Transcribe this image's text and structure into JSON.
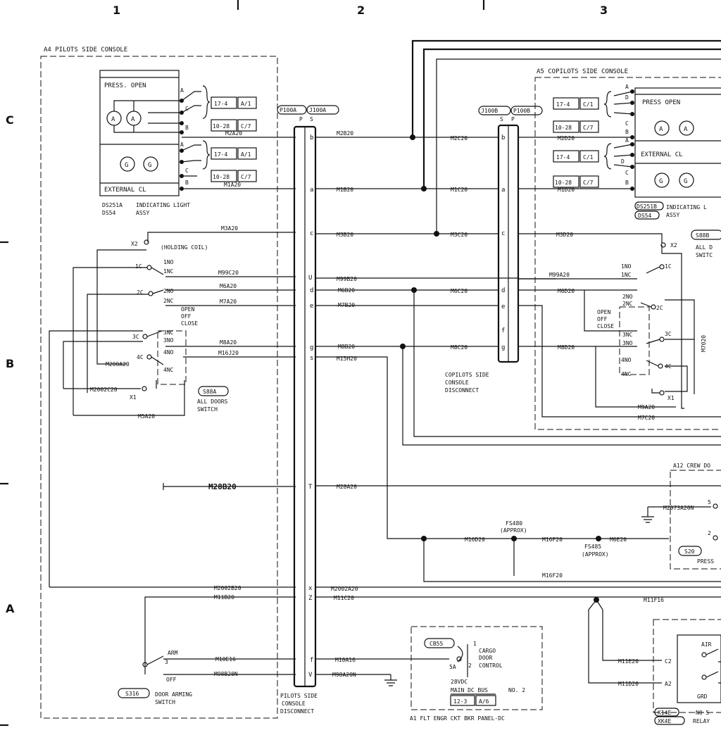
{
  "grid": {
    "cols": [
      "1",
      "2",
      "3"
    ],
    "rows": [
      "C",
      "B",
      "A"
    ]
  },
  "a4": {
    "title": "A4 PILOTS SIDE CONSOLE",
    "light_press": "PRESS. OPEN",
    "light_ext": "EXTERNAL CL",
    "indicator_ref1": "DS251A",
    "indicator_ref2": "DS54",
    "indicator_label1": "INDICATING LIGHT",
    "indicator_label2": "ASSY",
    "refs": [
      "17-4",
      "A/1",
      "10-28",
      "C/7",
      "17-4",
      "A/1",
      "10-28",
      "C/7"
    ],
    "pins": [
      "A",
      "C",
      "B",
      "A",
      "C",
      "B"
    ],
    "lamp_a": "A",
    "lamp_g": "G",
    "switch_ref": "S88A",
    "switch_label1": "ALL DOORS",
    "switch_label2": "SWITCH",
    "holding_coil": "(HOLDING COIL)",
    "contacts": [
      "X2",
      "1C",
      "1NO",
      "1NC",
      "2C",
      "2NO",
      "2NC",
      "3C",
      "3NC",
      "3NO",
      "4C",
      "4NO",
      "4NC",
      "X1"
    ],
    "positions": [
      "OPEN",
      "OFF",
      "CLOSE"
    ],
    "wires": [
      "M2A20",
      "M1A20",
      "M3A20",
      "M99C20",
      "M6A20",
      "M7A20",
      "M8A20",
      "M16J20",
      "M200A20",
      "M2002C20",
      "M5A20",
      "M28B20",
      "M2002B20",
      "M11B20",
      "M10E16",
      "M98B20N"
    ],
    "arm_ref": "S316",
    "arm_label1": "DOOR ARMING",
    "arm_label2": "SWITCH",
    "arm": "ARM",
    "off": "OFF",
    "arm_num": "3"
  },
  "disc_pilot": {
    "conn1": "P100A",
    "conn2": "J100A",
    "col1": "P",
    "col2": "S",
    "pins": [
      "b",
      "a",
      "c",
      "U",
      "d",
      "e",
      "g",
      "s",
      "T",
      "x",
      "Z",
      "f",
      "V"
    ],
    "label": [
      "PILOTS SIDE",
      "CONSOLE",
      "DISCONNECT"
    ]
  },
  "mid_wires": [
    "M2B20",
    "M1B20",
    "M3B20",
    "M99B20",
    "M6B20",
    "M7B20",
    "M8B20",
    "M15H20",
    "M28A20",
    "M2002A20",
    "M11C20",
    "M10A16",
    "M98A20N",
    "M16D20",
    "M16F20",
    "M16F20",
    "M6E20"
  ],
  "splices": {
    "fs480": "FS480",
    "fs485": "FS485",
    "approx": "(APPROX)"
  },
  "disc_copilot": {
    "conn1": "J100B",
    "conn2": "P100B",
    "col1": "S",
    "col2": "P",
    "pins": [
      "b",
      "a",
      "c",
      "d",
      "e",
      "f",
      "g"
    ],
    "label": [
      "COPILOTS SIDE",
      "CONSOLE",
      "DISCONNECT"
    ]
  },
  "a5": {
    "title": "A5 COPILOTS SIDE CONSOLE",
    "light_press": "PRESS OPEN",
    "light_ext": "EXTERNAL CL",
    "refs": [
      "17-4",
      "C/1",
      "10-28",
      "C/7",
      "17-4",
      "C/1",
      "10-28",
      "C/7"
    ],
    "pins": [
      "A",
      "D",
      "C",
      "B",
      "A",
      "D",
      "C",
      "B"
    ],
    "indicator_ref1": "DS251B",
    "indicator_ref2": "DS54",
    "indicator_label1": "INDICATING L",
    "indicator_label2": "ASSY",
    "wires": [
      "M2C20",
      "M1C20",
      "M3C20",
      "M6C20",
      "M8C20",
      "M2D20",
      "M1D20",
      "M3D20",
      "M99A20",
      "M6D20",
      "M8D20",
      "M7020",
      "M9A20",
      "M7C20"
    ],
    "switch_ref": "S88B",
    "switch_label1": "ALL D",
    "switch_label2": "SWITC",
    "contacts": [
      "X2",
      "1NO",
      "1NC",
      "1C",
      "2NO",
      "2NC",
      "2C",
      "3NC",
      "3NO",
      "3C",
      "4NO",
      "4NC",
      "4C",
      "X1"
    ],
    "positions": [
      "OPEN",
      "OFF",
      "CLOSE"
    ]
  },
  "a12": {
    "title": "A12 CREW DO",
    "wire": "M2073A20N",
    "num5": "5",
    "num2": "2",
    "ref": "S20",
    "label": "PRESS"
  },
  "cb": {
    "ref": "CB55",
    "label1": "CARGO",
    "label2": "DOOR",
    "label3": "CONTROL",
    "amp": "5A",
    "bus1": "28VDC",
    "bus2": "MAIN DC BUS",
    "bus_no": "NO. 2",
    "ref2a": "12-3",
    "ref2b": "A/6",
    "panel": "A1 FLT ENGR CKT BKR PANEL-DC",
    "pin1": "1",
    "pin2": "2"
  },
  "relay": {
    "wires": [
      "M11F16",
      "M11E20",
      "M11D20"
    ],
    "pins": [
      "C2",
      "A2"
    ],
    "labels": [
      "AIR",
      "GRD"
    ],
    "ref1": "K14E",
    "ref2": "XK4E",
    "label1": "NO 5",
    "label2": "RELAY"
  }
}
